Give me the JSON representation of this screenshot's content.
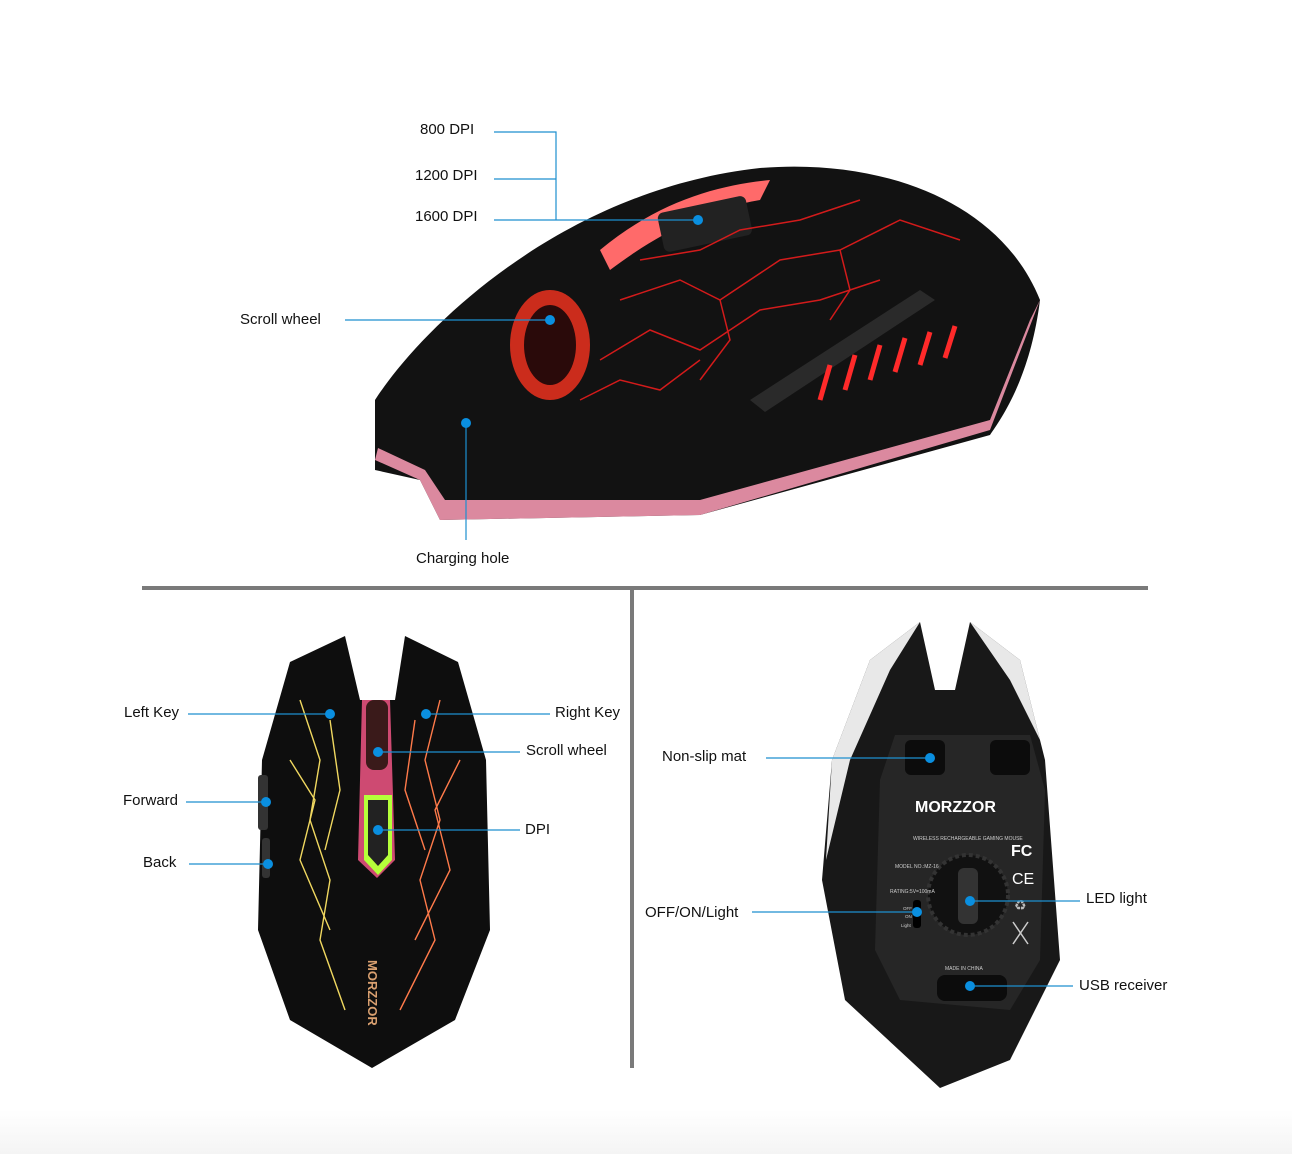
{
  "brand_colors": {
    "leader_line": "#1d8fcf",
    "dot": "#0a8fe0",
    "divider": "#7a7a7a",
    "mouse_body": "#111111",
    "accent_red": "#ff2a2a"
  },
  "side_view": {
    "labels": {
      "dpi_800": "800 DPI",
      "dpi_1200": "1200 DPI",
      "dpi_1600": "1600 DPI",
      "scroll_wheel": "Scroll wheel",
      "charging_hole": "Charging hole"
    }
  },
  "top_view": {
    "labels": {
      "left_key": "Left Key",
      "right_key": "Right Key",
      "scroll_wheel": "Scroll wheel",
      "forward": "Forward",
      "dpi": "DPI",
      "back": "Back"
    },
    "logo": "MORZZOR"
  },
  "bottom_view": {
    "labels": {
      "non_slip_mat": "Non-slip mat",
      "off_on_light": "OFF/ON/Light",
      "led_light": "LED light",
      "usb_receiver": "USB receiver"
    },
    "logo": "MORZZOR",
    "product_text": "WIRELESS RECHARGEABLE GAMING MOUSE",
    "model": "MODEL NO.:MZ-16",
    "rating": "RATING:5V=100mA",
    "switch_labels": [
      "OFF",
      "ON",
      "Light"
    ],
    "made_in": "MADE IN CHINA",
    "certifications": [
      "FC",
      "CE"
    ]
  }
}
